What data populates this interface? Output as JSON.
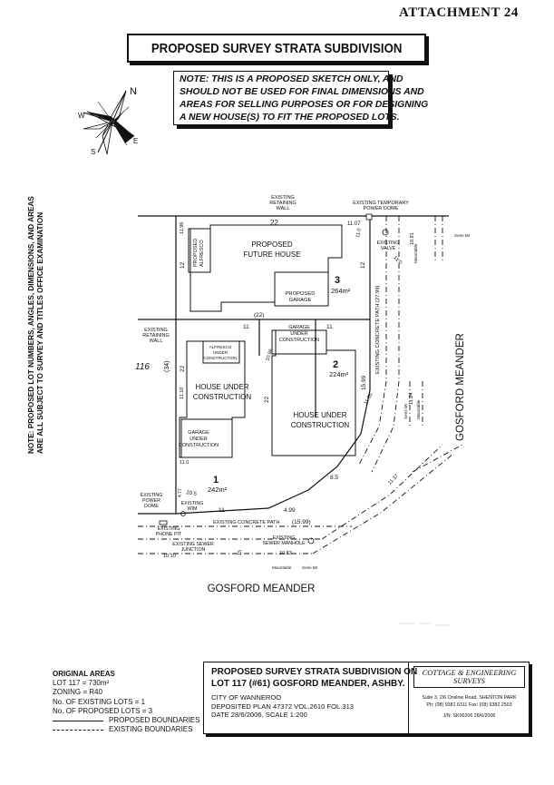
{
  "attachment": "ATTACHMENT 24",
  "title": "PROPOSED SURVEY STRATA SUBDIVISION",
  "note_lines": [
    "NOTE: THIS IS A PROPOSED SKETCH ONLY, AND",
    "SHOULD NOT BE USED FOR FINAL DIMENSIONS AND",
    "AREAS FOR SELLING PURPOSES OR FOR DESIGNING",
    "A NEW HOUSE(S) TO FIT THE PROPOSED LOTS."
  ],
  "compass": {
    "n": "N",
    "s": "S",
    "e": "E",
    "w": "W"
  },
  "side_note": [
    "NOTE: PROPOSED LOT NUMBERS, ANGLES, DIMENSIONS, AND AREAS",
    "ARE ALL SUBJECT TO SURVEY AND TITLES OFFICE EXAMINATION"
  ],
  "plan": {
    "lots": [
      {
        "number": "3",
        "area": "264m²"
      },
      {
        "number": "2",
        "area": "224m²"
      },
      {
        "number": "1",
        "area": "242m²"
      }
    ],
    "labels": {
      "existing_retaining_wall_top": [
        "EXISTING",
        "RETAINING",
        "WALL"
      ],
      "existing_temp_power_dome": [
        "EXISTING TEMPORARY",
        "POWER DOME"
      ],
      "proposed_future_house": [
        "PROPOSED",
        "FUTURE HOUSE"
      ],
      "proposed_alfresco": [
        "PROPOSED",
        "ALFRESCO"
      ],
      "proposed_garage": [
        "PROPOSED",
        "GARAGE"
      ],
      "existing_valve": [
        "EXISTING",
        "VALVE"
      ],
      "garage_uc_2": [
        "GARAGE",
        "UNDER",
        "CONSTRUCTION"
      ],
      "alfresco_uc": [
        "ALFRESCO",
        "UNDER",
        "CONSTRUCTION"
      ],
      "house_uc_1": [
        "HOUSE UNDER",
        "CONSTRUCTION"
      ],
      "house_uc_2": [
        "HOUSE UNDER",
        "CONSTRUCTION"
      ],
      "garage_uc_1": [
        "GARAGE",
        "UNDER",
        "CONSTRUCTION"
      ],
      "existing_retaining_wall_left": [
        "EXISTING",
        "RETAINING",
        "WALL"
      ],
      "lot_116": "116",
      "existing_power_dome": [
        "EXISTING",
        "POWER",
        "DOME"
      ],
      "existing_wim": [
        "EXISTING",
        "WIM"
      ],
      "existing_phone_pit": [
        "EXISTING",
        "PHONE PIT"
      ],
      "existing_sewer_junction": [
        "EXISTING SEWER",
        "JUNCTION"
      ],
      "existing_sewer_manhole": [
        "EXISTING",
        "SEWER MANHOLE"
      ],
      "existing_concrete_path_h": "EXISTING CONCRETE PATH",
      "path_h_len": "(15.99)",
      "existing_concrete_path_v": "EXISTING CONCRETE PATH (27.99)",
      "mountable_top": "Mountable",
      "semi_mt_top": "Semi Mt",
      "mountable_bottom": "Mountable",
      "semi_mt_bottom": "Semi Mt",
      "semi_mt_mid": "Semi Mt",
      "mountable_mid": "Mountable",
      "road_bottom": "GOSFORD MEANDER",
      "road_right": "GOSFORD MEANDER"
    },
    "dimensions": {
      "top_22": "22",
      "top_11_07": "11.07",
      "left_11_96": "11.96",
      "left_12": "12",
      "right_12": "12",
      "mid_22_paren": "(22)",
      "mid_11_left": "11",
      "mid_11_right": "11",
      "diag_10_96": "10.96",
      "d15_99": "15.99",
      "left_34": "(34)",
      "left_22": "22",
      "left_11_10": "11.10",
      "inner_22": "22",
      "bottom_11": "11",
      "bottom_4_99": "4.99",
      "left_4_77": "4.77",
      "truncation_10_5": "10.5",
      "arc_8_5": "8.5",
      "d11_05": "11.05",
      "d11_24": "11.24",
      "d11_37": "11.37",
      "d10_91": "10.91",
      "d10_10": "10.10",
      "d10_83": "10.83",
      "d11_0_left": "11.0",
      "d11_0_right": "11.0",
      "d11_0_top": "11.0",
      "d15_bottom": "15"
    }
  },
  "original_areas": {
    "heading": "ORIGINAL AREAS",
    "lines": [
      "LOT 117 = 730m²",
      "ZONING = R40",
      "No. OF EXISTING LOTS = 1",
      "No. OF PROPOSED LOTS = 3"
    ],
    "legend_proposed": "PROPOSED BOUNDARIES",
    "legend_existing": "EXISTING BOUNDARIES"
  },
  "title_block": {
    "line1": "PROPOSED SURVEY STRATA SUBDIVISION ON",
    "line2": "LOT 117 (#61) GOSFORD MEANDER, ASHBY.",
    "city": "CITY OF WANNEROO",
    "plan": "DEPOSITED PLAN 47372   VOL.2610   FOL.313",
    "date": "DATE 28/6/2006,   SCALE 1:200",
    "logo_line1": "COTTAGE & ENGINEERING",
    "logo_line2": "SURVEYS",
    "address": "Suite 3, 2/6 Onslow Road, SHENTON PARK",
    "phone": "Ph: (08) 9381 6311   Fax: (08) 9382 2503",
    "job": "J/N: SK00206   28/6/2006"
  }
}
